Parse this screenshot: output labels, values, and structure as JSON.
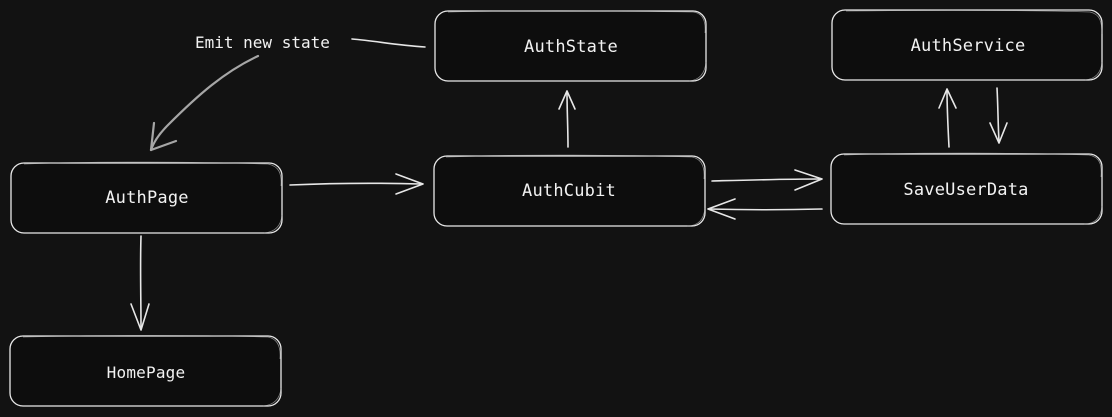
{
  "nodes": {
    "auth_state": "AuthState",
    "auth_service": "AuthService",
    "auth_page": "AuthPage",
    "auth_cubit": "AuthCubit",
    "save_user_data": "SaveUserData",
    "home_page": "HomePage"
  },
  "labels": {
    "emit_new_state": "Emit new state"
  },
  "colors": {
    "background": "#121212",
    "foreground": "#f2f2f2",
    "muted_arrow": "#a6a6a6"
  }
}
